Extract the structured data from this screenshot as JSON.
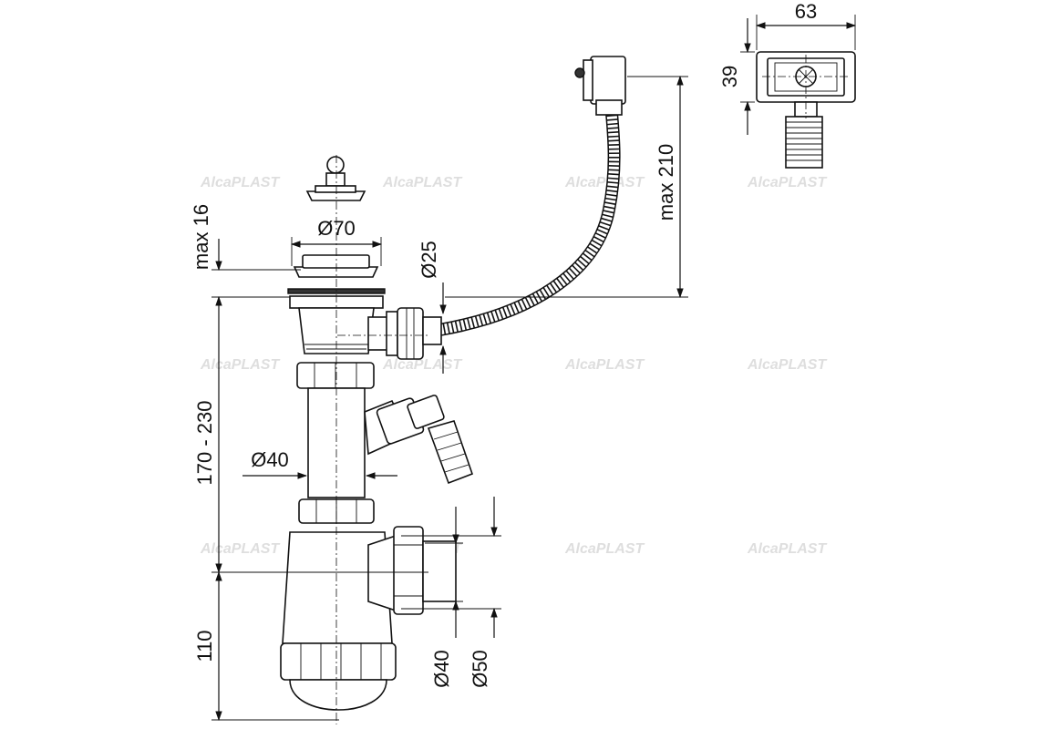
{
  "watermark": "AlcaPLAST",
  "dimensions": {
    "overflow_width": "63",
    "overflow_height": "39",
    "hose_length": "max 210",
    "strainer_height": "max 16",
    "strainer_diameter": "Ø70",
    "overflow_diameter": "Ø25",
    "inlet_height": "170 - 230",
    "pipe_diameter": "Ø40",
    "trap_height": "110",
    "outlet_inner_diameter": "Ø40",
    "outlet_outer_diameter": "Ø50"
  }
}
